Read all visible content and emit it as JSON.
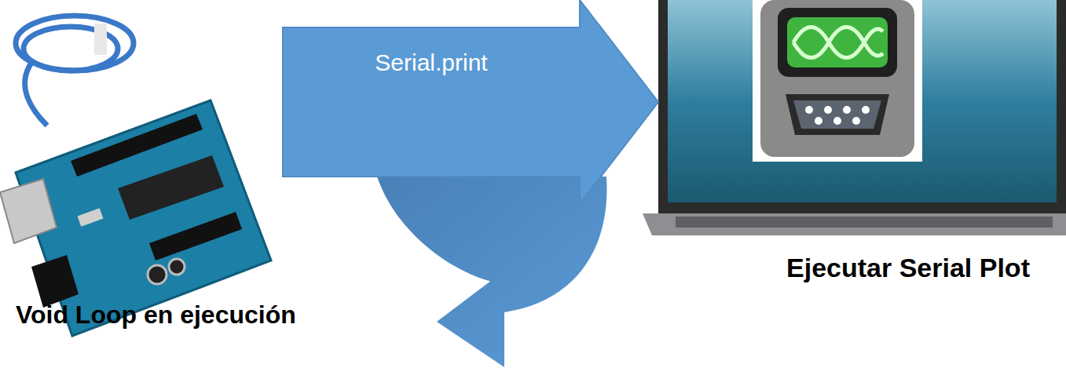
{
  "diagram": {
    "nodes": [
      {
        "text": [
          "Void Loop en ejecución"
        ]
      },
      {
        "text": [
          "Ejecutar Serial Plot"
        ]
      }
    ],
    "edges": [
      {
        "from": 0,
        "to": 1,
        "arrow": "to",
        "label": "Serial.print"
      }
    ]
  }
}
